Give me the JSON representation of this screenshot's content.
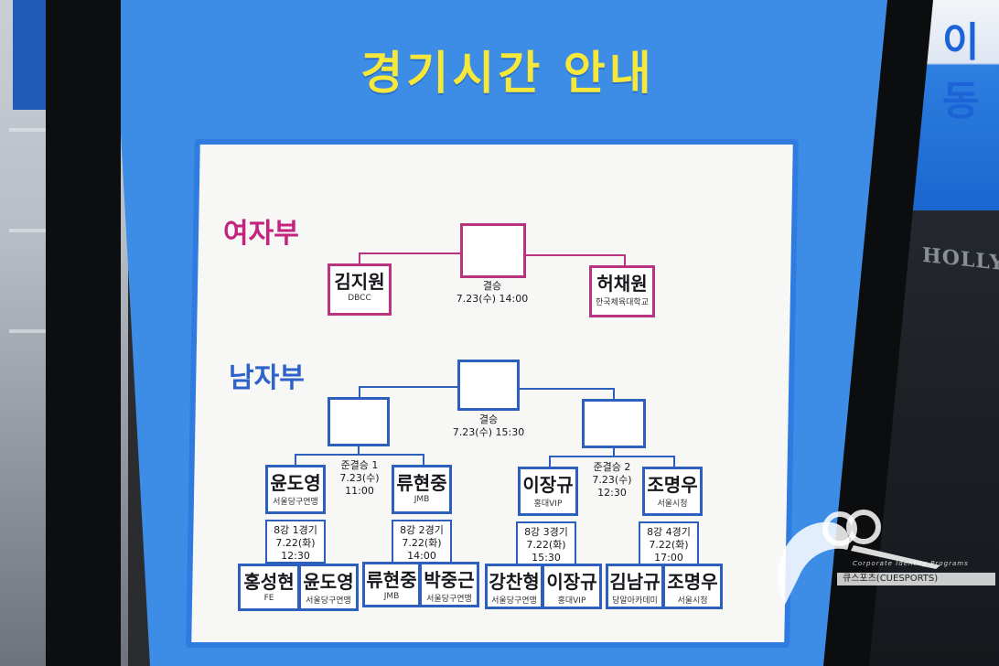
{
  "board": {
    "title": "경기시간 안내"
  },
  "women": {
    "title": "여자부",
    "final": {
      "label": "결승",
      "time": "7.23(수) 14:00"
    },
    "players": [
      {
        "name": "김지원",
        "org": "DBCC"
      },
      {
        "name": "허채원",
        "org": "한국체육대학교"
      }
    ]
  },
  "men": {
    "title": "남자부",
    "final": {
      "label": "결승",
      "time": "7.23(수) 15:30"
    },
    "semi1": {
      "label": "준결승 1",
      "date": "7.23(수)",
      "time": "11:00"
    },
    "semi2": {
      "label": "준결승 2",
      "date": "7.23(수)",
      "time": "12:30"
    },
    "semi_players": [
      {
        "name": "윤도영",
        "org": "서울당구연맹"
      },
      {
        "name": "류현중",
        "org": "JMB"
      },
      {
        "name": "이장규",
        "org": "홍대VIP"
      },
      {
        "name": "조명우",
        "org": "서울시청"
      }
    ],
    "quarters": [
      {
        "label": "8강 1경기",
        "date": "7.22(화)",
        "time": "12:30"
      },
      {
        "label": "8강 2경기",
        "date": "7.22(화)",
        "time": "14:00"
      },
      {
        "label": "8강 3경기",
        "date": "7.22(화)",
        "time": "15:30"
      },
      {
        "label": "8강 4경기",
        "date": "7.22(화)",
        "time": "17:00"
      }
    ],
    "quarter_players": [
      {
        "name": "홍성현",
        "org": "FE"
      },
      {
        "name": "윤도영",
        "org": "서울당구연맹"
      },
      {
        "name": "류현중",
        "org": "JMB"
      },
      {
        "name": "박중근",
        "org": "서울당구연맹"
      },
      {
        "name": "강찬형",
        "org": "서울당구연맹"
      },
      {
        "name": "이장규",
        "org": "홍대VIP"
      },
      {
        "name": "김남규",
        "org": "당알아카데미"
      },
      {
        "name": "조명우",
        "org": "서울시청"
      }
    ]
  },
  "background": {
    "banner_text": "이동",
    "hollywood": "HOLLYWOOD"
  },
  "watermark": {
    "small": "Corporate Identity Programs",
    "label": "큐스포츠(CUESPORTS)"
  },
  "colors": {
    "board_blue": "#3d8ce6",
    "title_yellow": "#f5e83a",
    "women_pink": "#c4237e",
    "men_blue": "#2d62c8"
  }
}
